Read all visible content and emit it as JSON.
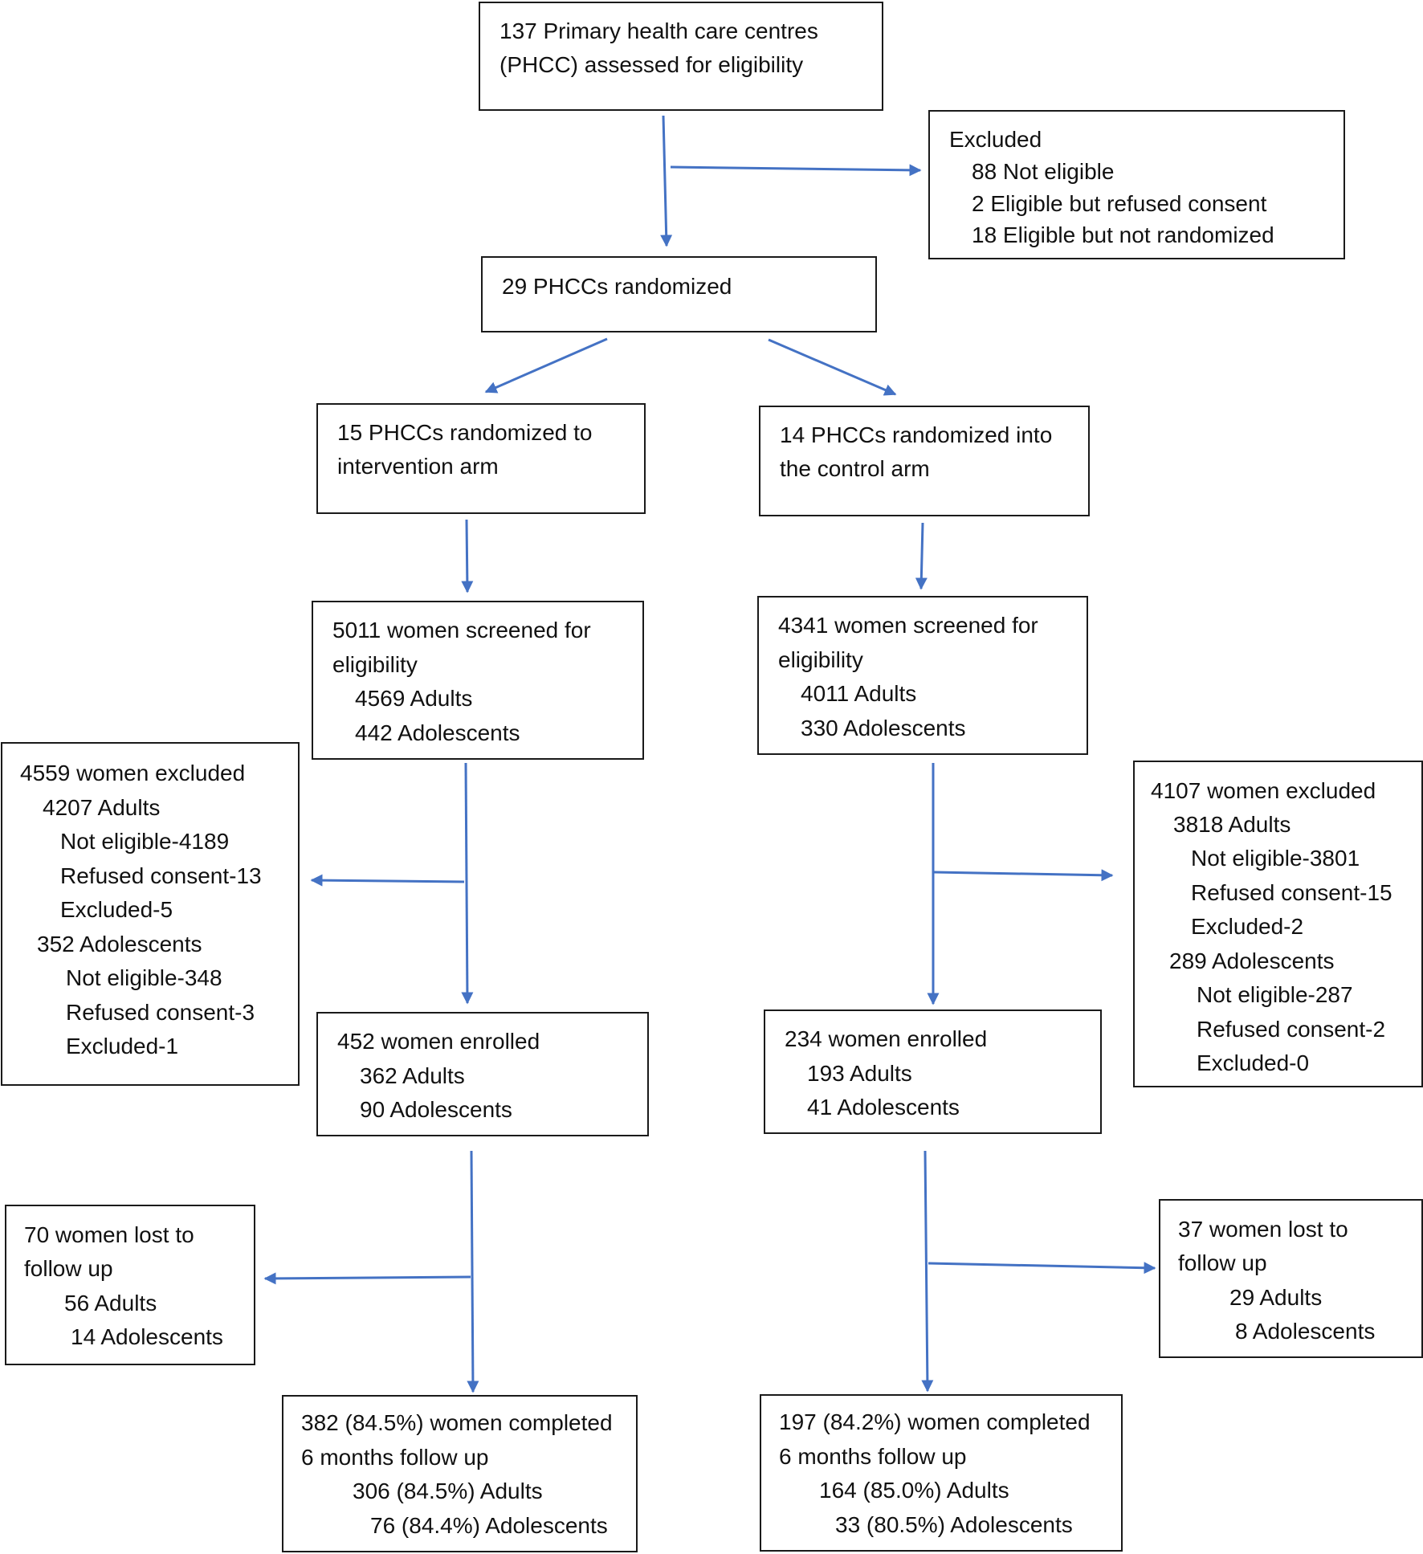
{
  "boxes": {
    "assessed": {
      "lines": [
        "137 Primary health care centres",
        "(PHCC) assessed for eligibility"
      ]
    },
    "excluded_phcc": {
      "lines": [
        "Excluded",
        "88 Not eligible",
        "2 Eligible but refused consent",
        "18 Eligible but not randomized"
      ]
    },
    "randomized": {
      "lines": [
        "29 PHCCs randomized"
      ]
    },
    "intervention_arm": {
      "lines": [
        "15 PHCCs randomized to",
        "intervention arm"
      ]
    },
    "control_arm": {
      "lines": [
        "14 PHCCs randomized into",
        "the control arm"
      ]
    },
    "intervention_screened": {
      "lines": [
        "5011 women screened for",
        "eligibility",
        "4569 Adults",
        "442 Adolescents"
      ]
    },
    "control_screened": {
      "lines": [
        "4341 women screened for",
        "eligibility",
        "4011 Adults",
        "330 Adolescents"
      ]
    },
    "intervention_excluded": {
      "lines": [
        "4559 women excluded",
        "4207 Adults",
        "Not eligible-4189",
        "Refused consent-13",
        "Excluded-5",
        "352 Adolescents",
        "Not eligible-348",
        "Refused consent-3",
        "Excluded-1"
      ]
    },
    "control_excluded": {
      "lines": [
        "4107 women excluded",
        "3818 Adults",
        "Not eligible-3801",
        "Refused consent-15",
        "Excluded-2",
        "289 Adolescents",
        "Not eligible-287",
        "Refused consent-2",
        "Excluded-0"
      ]
    },
    "intervention_enrolled": {
      "lines": [
        "452 women enrolled",
        "362 Adults",
        "90 Adolescents"
      ]
    },
    "control_enrolled": {
      "lines": [
        "234 women enrolled",
        "193 Adults",
        "41 Adolescents"
      ]
    },
    "intervention_lost": {
      "lines": [
        "70 women lost to",
        "follow up",
        "56 Adults",
        "14 Adolescents"
      ]
    },
    "control_lost": {
      "lines": [
        "37 women lost to",
        "follow up",
        "29 Adults",
        "8 Adolescents"
      ]
    },
    "intervention_completed": {
      "lines": [
        "382 (84.5%) women completed",
        "6 months follow up",
        "306 (84.5%) Adults",
        "76 (84.4%) Adolescents"
      ]
    },
    "control_completed": {
      "lines": [
        "197 (84.2%) women completed",
        "6 months follow up",
        "164 (85.0%) Adults",
        "33 (80.5%) Adolescents"
      ]
    }
  },
  "colors": {
    "arrow": "#4472c4",
    "border": "#1a1a1a"
  }
}
